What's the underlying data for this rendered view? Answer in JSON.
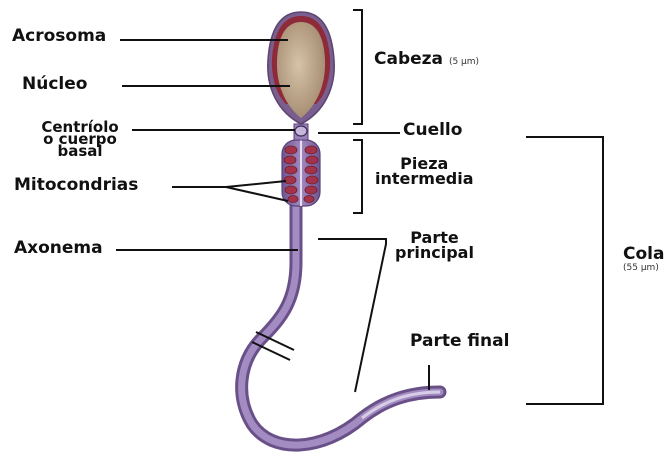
{
  "labels": {
    "acrosoma": "Acrosoma",
    "nucleo": "Núcleo",
    "centriolo_line1": "Centríolo",
    "centriolo_line2": "o cuerpo",
    "centriolo_line3": "basal",
    "mitocondrias": "Mitocondrias",
    "axonema": "Axonema",
    "cabeza": "Cabeza",
    "cabeza_size": "(5 µm)",
    "cuello": "Cuello",
    "pieza_line1": "Pieza",
    "pieza_line2": "intermedia",
    "parte_principal_line1": "Parte",
    "parte_principal_line2": "principal",
    "parte_final": "Parte final",
    "cola": "Cola",
    "cola_size": "(55 µm)"
  },
  "colors": {
    "head_fill": "#bfa88c",
    "acrosome_outline": "#8e2a3a",
    "tail_fill": "#8a6fa6",
    "mitochondria": "#a3334a",
    "text": "#111111"
  }
}
